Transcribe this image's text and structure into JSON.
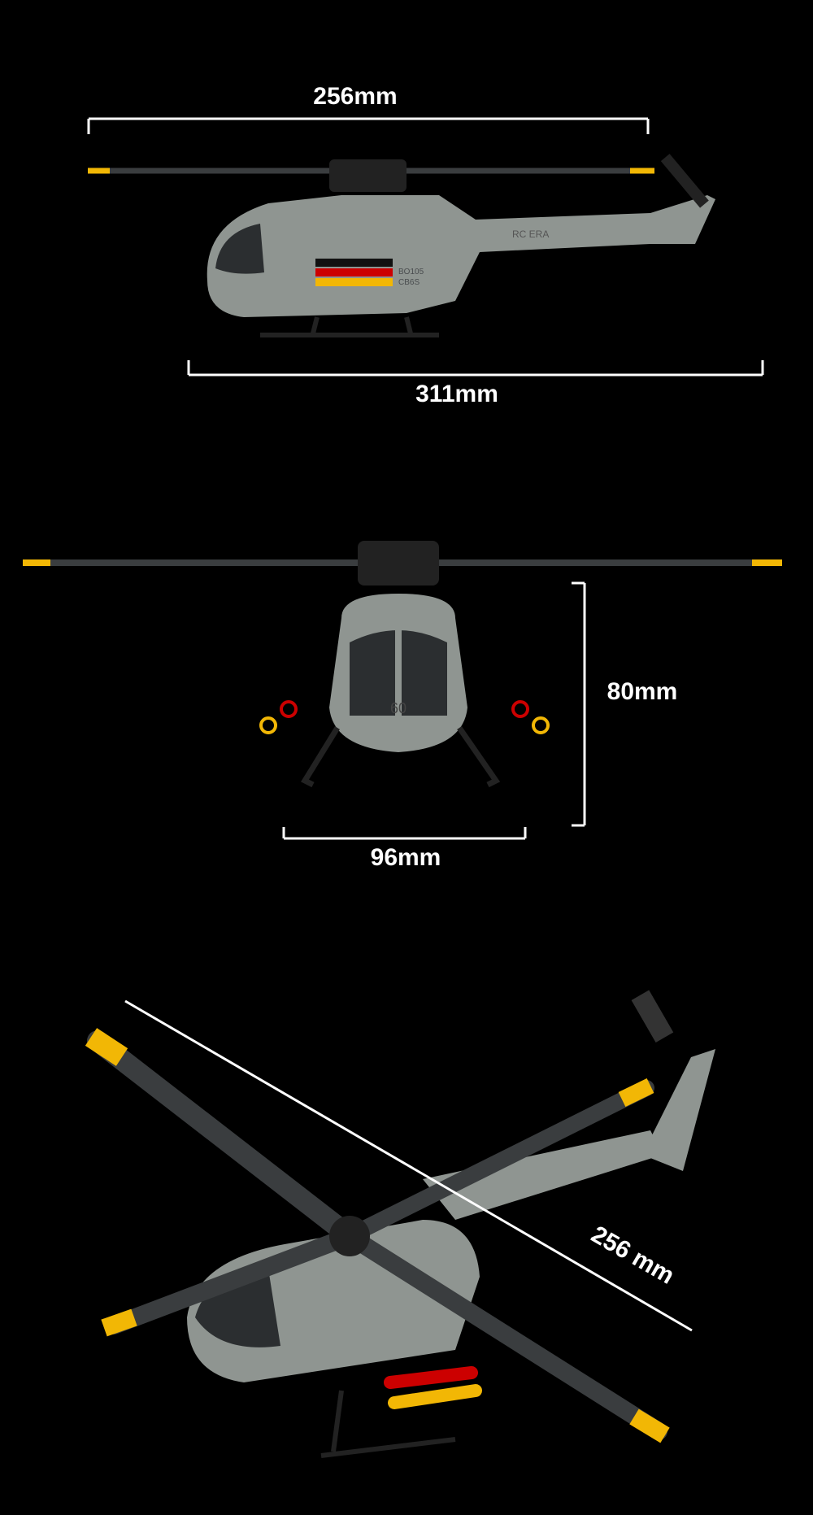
{
  "dimensions": {
    "side_rotor": "256mm",
    "side_length": "311mm",
    "front_height": "80mm",
    "front_width": "96mm",
    "perspective_rotor": "256 mm"
  },
  "livery": {
    "brand": "RC ERA",
    "model_top": "BO105",
    "model_bottom": "CB6S",
    "number": "60"
  },
  "colors": {
    "background": "#000000",
    "body": "#8f9591",
    "blade": "#3a3d3f",
    "tip": "#f2b705",
    "line": "#ffffff"
  }
}
